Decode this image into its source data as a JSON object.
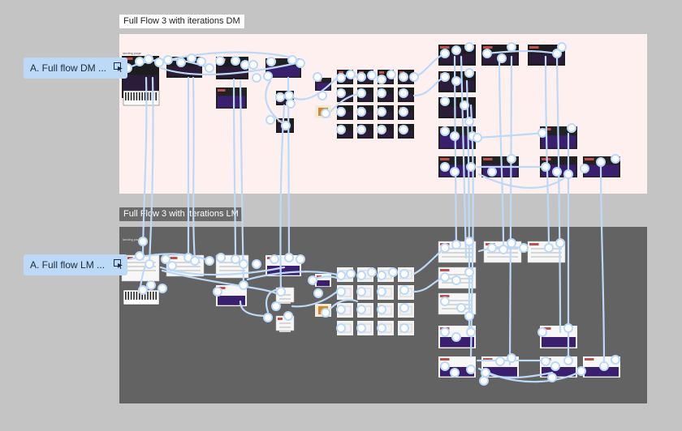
{
  "sections": {
    "dm_title": "Full Flow 3 with iterations DM",
    "lm_title": "Full Flow 3 with iterations LM"
  },
  "flows": {
    "dm_label": "A. Full flow DM ...",
    "lm_label": "A. Full flow LM ..."
  },
  "frames": {
    "landing_label": "landing page"
  },
  "icons": {
    "flow_start": "play-flow-icon"
  },
  "colors": {
    "canvas": "#c4c4c4",
    "dm_section": "#fff0f0",
    "lm_section": "#636363",
    "connector": "#bcd9f7",
    "screen_dark": "#2b1c3a",
    "screen_purple": "#3a1f6e",
    "accent_red": "#c0504d",
    "accent_orange": "#d4882a"
  }
}
